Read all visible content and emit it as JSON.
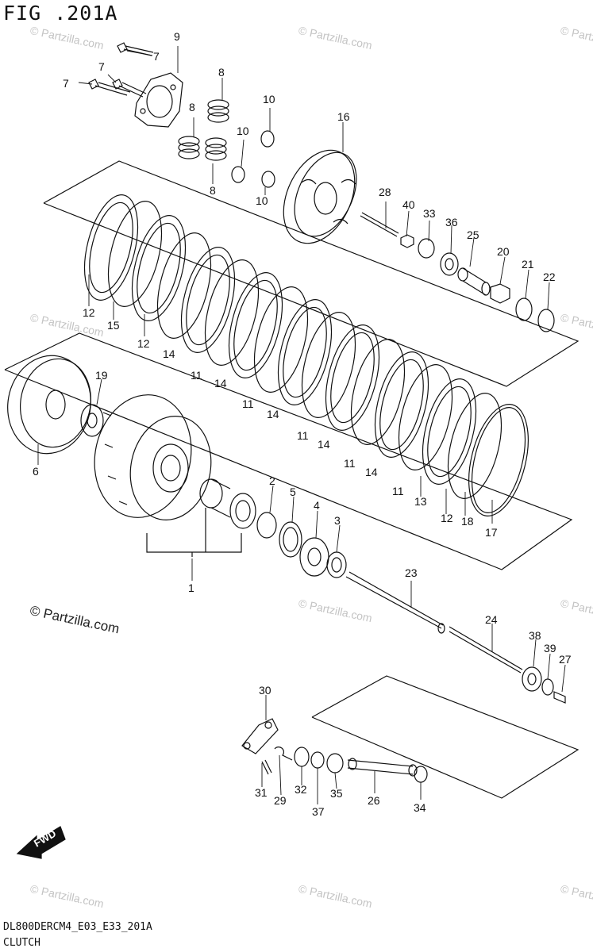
{
  "figure": {
    "title": "FIG .201A",
    "model_code": "DL800DERCM4_E03_E33_201A",
    "caption": "CLUTCH",
    "fwd_label": "FWD"
  },
  "watermark": {
    "text": "© Partzilla.com"
  },
  "callouts": [
    {
      "id": "c1",
      "text": "1"
    },
    {
      "id": "c2",
      "text": "2"
    },
    {
      "id": "c3",
      "text": "3"
    },
    {
      "id": "c4",
      "text": "4"
    },
    {
      "id": "c5",
      "text": "5"
    },
    {
      "id": "c6",
      "text": "6"
    },
    {
      "id": "c7a",
      "text": "7"
    },
    {
      "id": "c7b",
      "text": "7"
    },
    {
      "id": "c7c",
      "text": "7"
    },
    {
      "id": "c8a",
      "text": "8"
    },
    {
      "id": "c8b",
      "text": "8"
    },
    {
      "id": "c8c",
      "text": "8"
    },
    {
      "id": "c9",
      "text": "9"
    },
    {
      "id": "c10a",
      "text": "10"
    },
    {
      "id": "c10b",
      "text": "10"
    },
    {
      "id": "c10c",
      "text": "10"
    },
    {
      "id": "c11a",
      "text": "11"
    },
    {
      "id": "c11b",
      "text": "11"
    },
    {
      "id": "c11c",
      "text": "11"
    },
    {
      "id": "c11d",
      "text": "11"
    },
    {
      "id": "c11e",
      "text": "11"
    },
    {
      "id": "c12a",
      "text": "12"
    },
    {
      "id": "c12b",
      "text": "12"
    },
    {
      "id": "c12c",
      "text": "12"
    },
    {
      "id": "c13",
      "text": "13"
    },
    {
      "id": "c14a",
      "text": "14"
    },
    {
      "id": "c14b",
      "text": "14"
    },
    {
      "id": "c14c",
      "text": "14"
    },
    {
      "id": "c14d",
      "text": "14"
    },
    {
      "id": "c14e",
      "text": "14"
    },
    {
      "id": "c15",
      "text": "15"
    },
    {
      "id": "c16",
      "text": "16"
    },
    {
      "id": "c17",
      "text": "17"
    },
    {
      "id": "c18",
      "text": "18"
    },
    {
      "id": "c19",
      "text": "19"
    },
    {
      "id": "c20",
      "text": "20"
    },
    {
      "id": "c21",
      "text": "21"
    },
    {
      "id": "c22",
      "text": "22"
    },
    {
      "id": "c23",
      "text": "23"
    },
    {
      "id": "c24",
      "text": "24"
    },
    {
      "id": "c25",
      "text": "25"
    },
    {
      "id": "c26",
      "text": "26"
    },
    {
      "id": "c27",
      "text": "27"
    },
    {
      "id": "c28",
      "text": "28"
    },
    {
      "id": "c29",
      "text": "29"
    },
    {
      "id": "c30",
      "text": "30"
    },
    {
      "id": "c31",
      "text": "31"
    },
    {
      "id": "c32",
      "text": "32"
    },
    {
      "id": "c33",
      "text": "33"
    },
    {
      "id": "c34",
      "text": "34"
    },
    {
      "id": "c35",
      "text": "35"
    },
    {
      "id": "c36",
      "text": "36"
    },
    {
      "id": "c37",
      "text": "37"
    },
    {
      "id": "c38",
      "text": "38"
    },
    {
      "id": "c39",
      "text": "39"
    },
    {
      "id": "c40",
      "text": "40"
    }
  ]
}
